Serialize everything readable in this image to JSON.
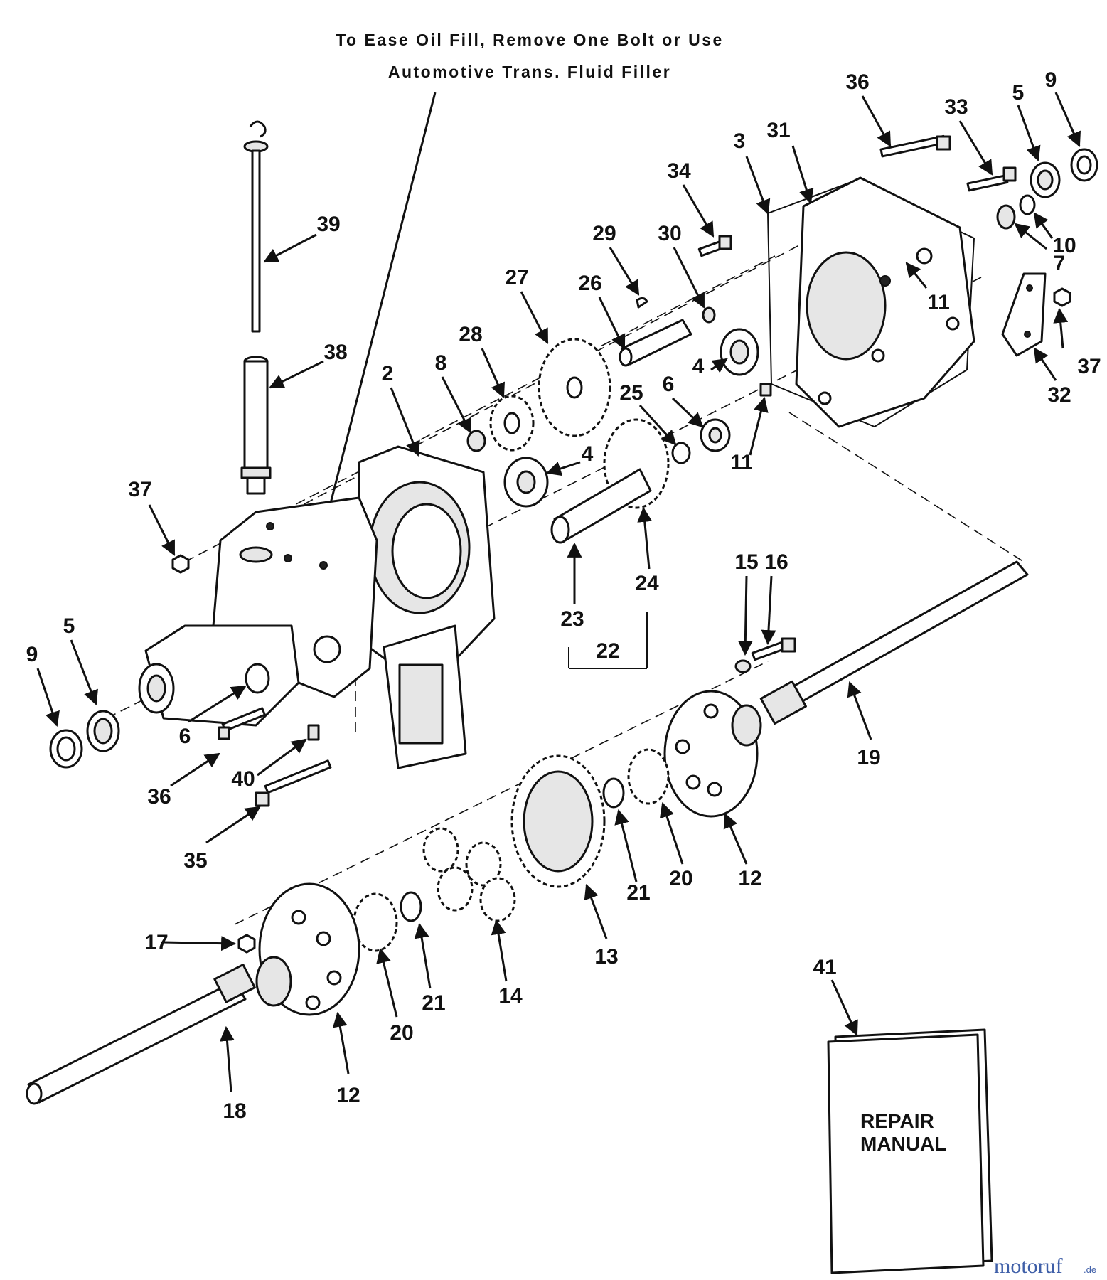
{
  "note": {
    "line1": "To Ease Oil Fill, Remove One Bolt or Use",
    "line2": "Automotive Trans. Fluid Filler"
  },
  "callouts": {
    "c39": "39",
    "c38": "38",
    "c37a": "37",
    "c2": "2",
    "c8": "8",
    "c28": "28",
    "c27": "27",
    "c29": "29",
    "c26": "26",
    "c34": "34",
    "c30": "30",
    "c3": "3",
    "c31": "31",
    "c36a": "36",
    "c33": "33",
    "c5a": "5",
    "c9a": "9",
    "c10": "10",
    "c7": "7",
    "c11a": "11",
    "c11b": "11",
    "c37b": "37",
    "c32": "32",
    "c4a": "4",
    "c4b": "4",
    "c6a": "6",
    "c25": "25",
    "c24": "24",
    "c23": "23",
    "c22": "22",
    "c15": "15",
    "c16": "16",
    "c19": "19",
    "c9b": "9",
    "c5b": "5",
    "c6b": "6",
    "c36b": "36",
    "c40": "40",
    "c35": "35",
    "c12a": "12",
    "c20a": "20",
    "c21a": "21",
    "c13": "13",
    "c14": "14",
    "c17": "17",
    "c20b": "20",
    "c21b": "21",
    "c12b": "12",
    "c18": "18",
    "c41": "41"
  },
  "manual": {
    "line1": "REPAIR",
    "line2": "MANUAL"
  },
  "watermark": {
    "brand": "motoruf",
    "suffix": ".de"
  }
}
